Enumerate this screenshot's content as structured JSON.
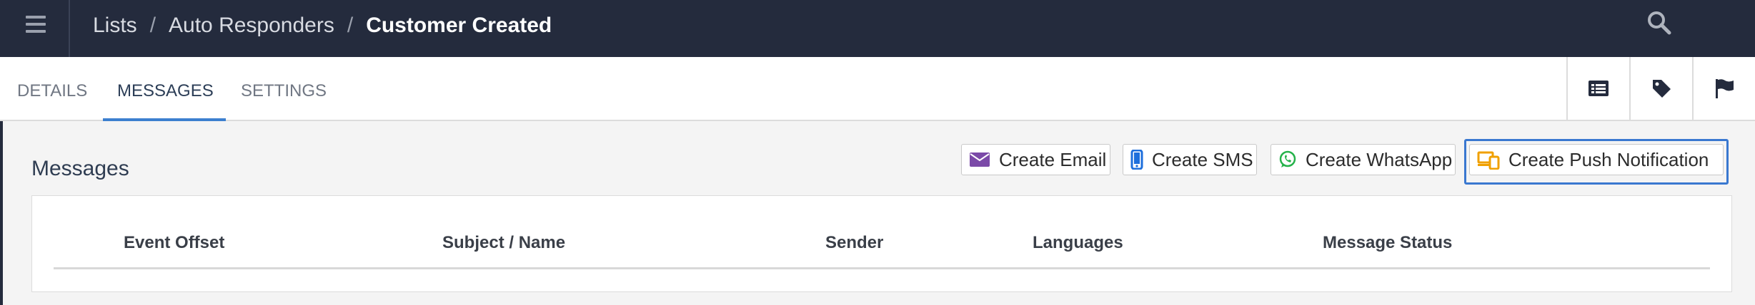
{
  "breadcrumb": {
    "items": [
      "Lists",
      "Auto Responders"
    ],
    "separator": "/",
    "current": "Customer Created"
  },
  "tabs": [
    {
      "label": "DETAILS",
      "active": false
    },
    {
      "label": "MESSAGES",
      "active": true
    },
    {
      "label": "SETTINGS",
      "active": false
    }
  ],
  "tab_actions": [
    "list-icon",
    "tag-icon",
    "flag-icon"
  ],
  "section": {
    "title": "Messages"
  },
  "actions": [
    {
      "label": "Create Email",
      "icon": "envelope-icon",
      "color": "#7b4aa8"
    },
    {
      "label": "Create SMS",
      "icon": "mobile-phone-icon",
      "color": "#1e6fdc"
    },
    {
      "label": "Create WhatsApp",
      "icon": "whatsapp-icon",
      "color": "#25b24a"
    },
    {
      "label": "Create Push Notification",
      "icon": "devices-icon",
      "color": "#f0a000",
      "focused": true
    }
  ],
  "table": {
    "headers": [
      "Event Offset",
      "Subject / Name",
      "Sender",
      "Languages",
      "Message Status"
    ]
  },
  "colors": {
    "topbar": "#242b3d",
    "accent": "#3c7fcf"
  }
}
